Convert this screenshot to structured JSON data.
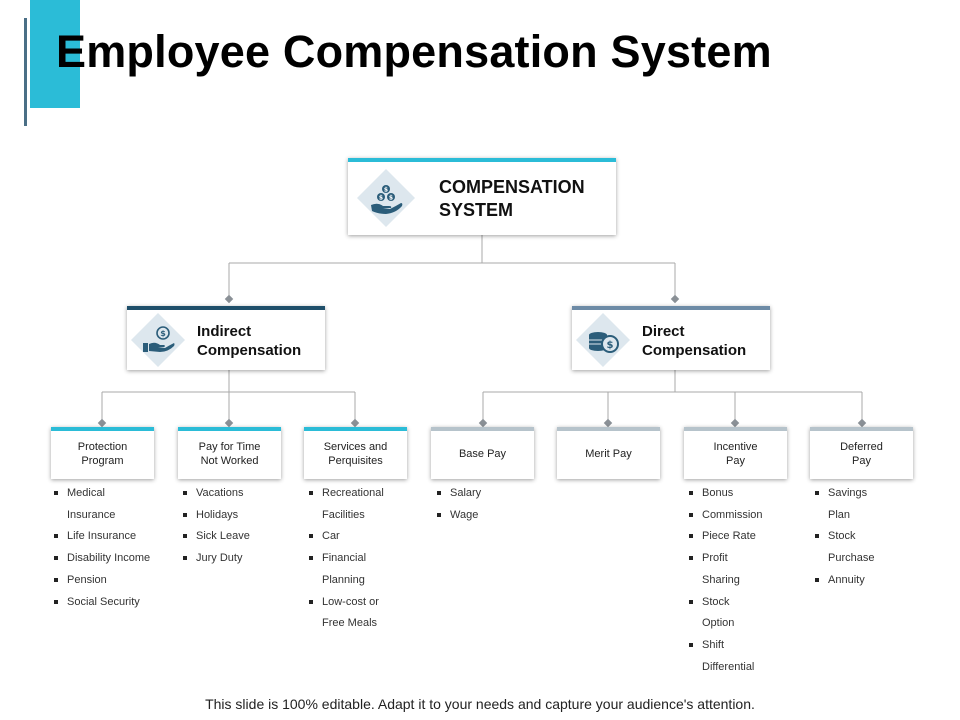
{
  "title": "Employee Compensation System",
  "colors": {
    "accent": "#2bbcd7",
    "dark_accent": "#1f4f6a",
    "slate": "#6d8ba6",
    "icon": "#2b5d7a",
    "diamond_bg": "#dde7ee"
  },
  "root": {
    "label": "COMPENSATION SYSTEM",
    "icon": "hand-coins-icon"
  },
  "indirect": {
    "label": "Indirect Compensation",
    "icon": "hand-coin-icon"
  },
  "direct": {
    "label": "Direct Compensation",
    "icon": "coin-stack-icon"
  },
  "categories": [
    {
      "label": "Protection\nProgram",
      "items": [
        "Medical",
        "Insurance",
        "Life Insurance",
        "Disability Income",
        "Pension",
        "Social Security"
      ]
    },
    {
      "label": "Pay for Time\nNot Worked",
      "items": [
        "Vacations",
        "Holidays",
        "Sick Leave",
        "Jury Duty"
      ]
    },
    {
      "label": "Services and\nPerquisites",
      "items": [
        "Recreational",
        "Facilities",
        "Car",
        "Financial",
        "Planning",
        "Low-cost or",
        "Free Meals"
      ]
    },
    {
      "label": "Base Pay",
      "items": [
        "Salary",
        "Wage"
      ]
    },
    {
      "label": "Merit Pay",
      "items": []
    },
    {
      "label": "Incentive\nPay",
      "items": [
        "Bonus",
        "Commission",
        "Piece Rate",
        "Profit",
        "Sharing",
        "Stock",
        "Option",
        "Shift",
        "Differential"
      ]
    },
    {
      "label": "Deferred\nPay",
      "items": [
        "Savings",
        "Plan",
        "Stock",
        "Purchase",
        "Annuity"
      ]
    }
  ],
  "footer": "This slide is 100% editable. Adapt it to your needs and capture your audience's attention."
}
